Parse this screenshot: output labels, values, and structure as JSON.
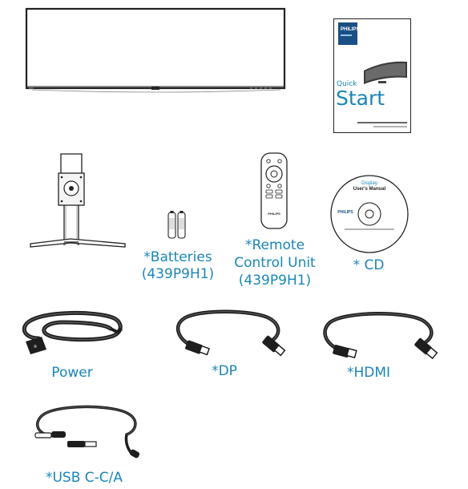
{
  "quick_start": {
    "brand": "PHILIPS",
    "quick": "Quick",
    "start": "Start"
  },
  "remote": {
    "brand": "PHILIPS"
  },
  "cd": {
    "title": "Display",
    "subtitle": "User's Manual",
    "brand": "PHILIPS"
  },
  "labels": {
    "batteries": "*Batteries",
    "batteries_model": "(439P9H1)",
    "remote_line1": "*Remote",
    "remote_line2": "Control Unit",
    "remote_model": "(439P9H1)",
    "cd": "* CD",
    "power": "Power",
    "dp": "*DP",
    "hdmi": "*HDMI",
    "usb": "*USB C-C/A"
  }
}
